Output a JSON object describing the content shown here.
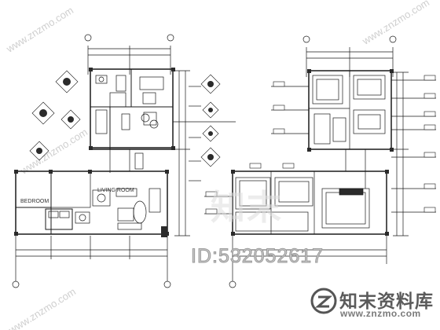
{
  "drawing": {
    "id_text": "ID:532052617",
    "room_labels": {
      "living": "LIVING ROOM",
      "bedroom": "BEDROOM"
    }
  },
  "branding": {
    "logo_cn": "知末资料库",
    "logo_url": "www.znzmo.com",
    "watermark_text": "www.znzmo.com",
    "big_watermark": "知末"
  },
  "colors": {
    "line": "#1a1a1a",
    "fill_dark": "#2b2b2b",
    "watermark": "#cfcfcf"
  }
}
